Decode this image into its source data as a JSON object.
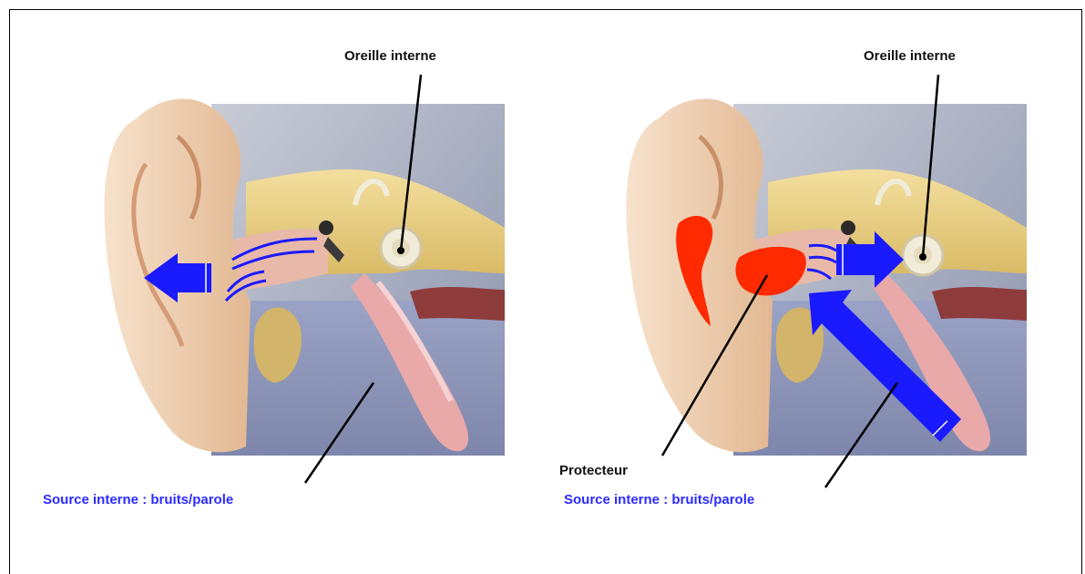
{
  "left_panel": {
    "inner_ear_label": "Oreille interne",
    "source_label": "Source interne : bruits/parole"
  },
  "right_panel": {
    "inner_ear_label": "Oreille interne",
    "protector_label": "Protecteur",
    "source_label": "Source interne : bruits/parole"
  },
  "colors": {
    "arrow": "#1a1aff",
    "protector": "#ff2a00",
    "label_blue": "#2b2bff"
  }
}
